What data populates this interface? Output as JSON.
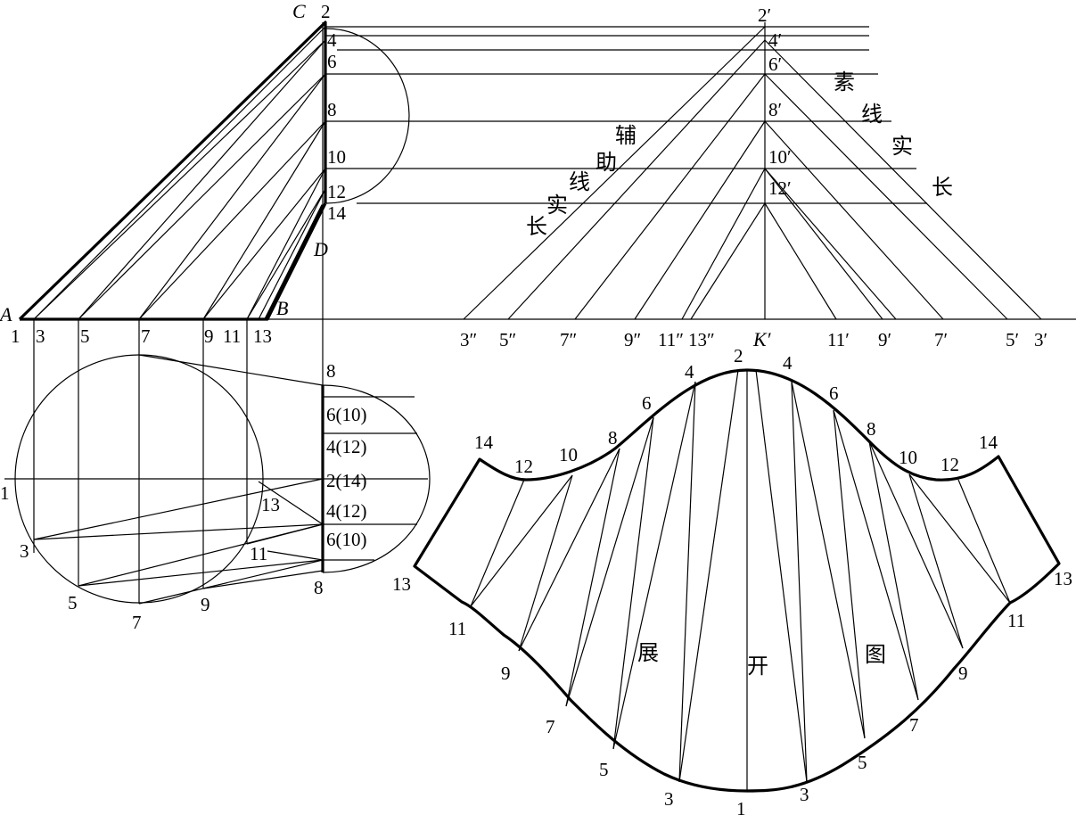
{
  "corners": {
    "A": "A",
    "B": "B",
    "C": "C",
    "D": "D",
    "K": "K′"
  },
  "front_labels": {
    "c2": "2",
    "c4": "4",
    "c6": "6",
    "c8": "8",
    "c10": "10",
    "c12": "12",
    "c14": "14",
    "b1": "1",
    "b3": "3",
    "b5": "5",
    "b7": "7",
    "b9": "9",
    "b11": "11",
    "b13": "13"
  },
  "tl_labels": {
    "t2": "2′",
    "t4": "4′",
    "t6": "6′",
    "t8": "8′",
    "t10": "10′",
    "t12": "12′",
    "l3": "3″",
    "l5": "5″",
    "l7": "7″",
    "l9": "9″",
    "l11": "11″",
    "l13": "13″",
    "r11": "11′",
    "r9": "9′",
    "r7": "7′",
    "r5": "5′",
    "r3": "3′"
  },
  "plan_labels": {
    "p1": "1",
    "p3": "3",
    "p5": "5",
    "p7": "7",
    "p9": "9",
    "p11": "11",
    "p13": "13",
    "s8t": "8",
    "s610a": "6(10)",
    "s412a": "4(12)",
    "s214": "2(14)",
    "s412b": "4(12)",
    "s610b": "6(10)",
    "s8b": "8"
  },
  "dev_labels": {
    "d14l": "14",
    "d12l": "12",
    "d10l": "10",
    "d8l": "8",
    "d6l": "6",
    "d4l": "4",
    "d2": "2",
    "d4r": "4",
    "d6r": "6",
    "d8r": "8",
    "d10r": "10",
    "d12r": "12",
    "d14r": "14",
    "d13l": "13",
    "d11l": "11",
    "d9l": "9",
    "d7l": "7",
    "d5l": "5",
    "d3l": "3",
    "d1": "1",
    "d3r": "3",
    "d5r": "5",
    "d7r": "7",
    "d9r": "9",
    "d11r": "11",
    "d13r": "13"
  },
  "notes": {
    "left": [
      "辅",
      "助",
      "线",
      "实",
      "长"
    ],
    "right": [
      "素",
      "线",
      "实",
      "长"
    ],
    "dev": [
      "展",
      "开",
      "图"
    ]
  }
}
